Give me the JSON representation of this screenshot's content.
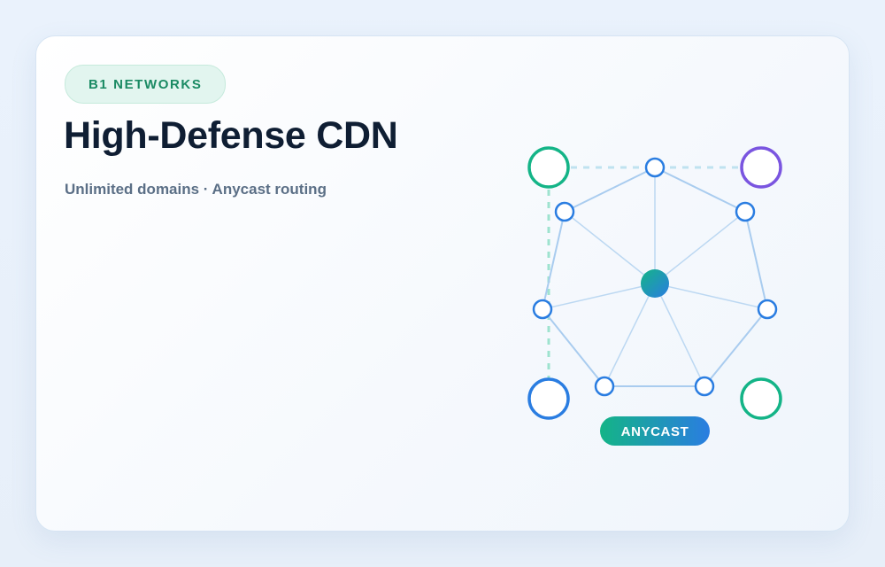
{
  "brand": {
    "badge": "B1 NETWORKS"
  },
  "hero": {
    "title": "High-Defense CDN",
    "subtitle": "Unlimited domains · Anycast routing"
  },
  "diagram": {
    "hub_label": "ANYCAST",
    "colors": {
      "node_stroke": "#2a7de1",
      "edge": "#a9ccef",
      "dashed_link": "#9ee3cf",
      "corner_green": "#14b487",
      "corner_purple": "#7a55e0",
      "corner_blue": "#2a7de1",
      "hub_gradient_start": "#14b487",
      "hub_gradient_end": "#2a7de1"
    }
  }
}
